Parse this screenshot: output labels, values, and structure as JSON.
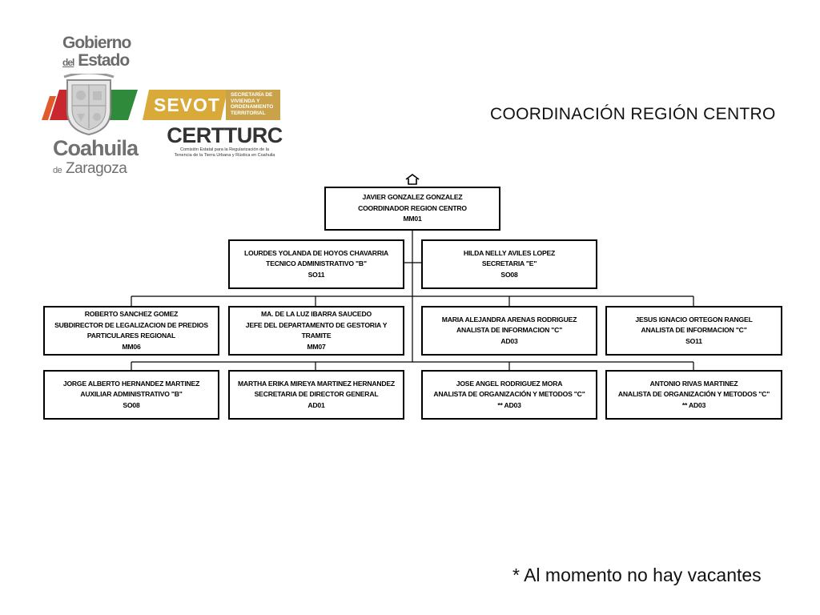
{
  "logo": {
    "gobierno_line1": "Gobierno",
    "gobierno_del": "del",
    "gobierno_estado": "Estado",
    "state_name": "Coahuila",
    "state_de": "de",
    "state_suffix": "Zaragoza",
    "sevot_name": "SEVOT",
    "sevot_desc": "SECRETARÍA DE VIVIENDA Y ORDENAMIENTO TERRITORIAL",
    "certturc_name": "CERTTURC",
    "certturc_desc_line1": "Comisión Estatal para la Regularización de la",
    "certturc_desc_line2": "Tenencia de la Tierra Urbana y Rústica en Coahuila",
    "colors": {
      "green": "#2f8a3c",
      "red": "#c8272d",
      "gold": "#d9a93a",
      "gray": "#6b6b6b"
    }
  },
  "title": "COORDINACIÓN REGIÓN CENTRO",
  "footer_note": "* Al momento no hay vacantes",
  "org": {
    "icon": "home-icon",
    "coordinator": {
      "name": "JAVIER GONZALEZ GONZALEZ",
      "role": "COORDINADOR REGION CENTRO",
      "code": "MM01"
    },
    "staff": [
      {
        "name": "LOURDES YOLANDA DE HOYOS CHAVARRIA",
        "role": "TECNICO ADMINISTRATIVO \"B\"",
        "code": "SO11"
      },
      {
        "name": "HILDA NELLY AVILES LOPEZ",
        "role": "SECRETARIA \"E\"",
        "code": "SO08"
      }
    ],
    "row1": [
      {
        "name": "ROBERTO SANCHEZ GOMEZ",
        "role": "SUBDIRECTOR DE LEGALIZACION DE PREDIOS PARTICULARES REGIONAL",
        "code": "MM06"
      },
      {
        "name": "MA. DE LA LUZ IBARRA SAUCEDO",
        "role": "JEFE DEL DEPARTAMENTO DE GESTORIA Y TRAMITE",
        "code": "MM07"
      },
      {
        "name": "MARIA ALEJANDRA ARENAS RODRIGUEZ",
        "role": "ANALISTA DE INFORMACION \"C\"",
        "code": "AD03"
      },
      {
        "name": "JESUS IGNACIO ORTEGON RANGEL",
        "role": "ANALISTA DE INFORMACION \"C\"",
        "code": "SO11"
      }
    ],
    "row2": [
      {
        "name": "JORGE ALBERTO HERNANDEZ MARTINEZ",
        "role": "AUXILIAR ADMINISTRATIVO \"B\"",
        "code": "SO08"
      },
      {
        "name": "MARTHA ERIKA MIREYA MARTINEZ HERNANDEZ",
        "role": "SECRETARIA  DE DIRECTOR GENERAL",
        "code": "AD01"
      },
      {
        "name": "JOSE ANGEL RODRIGUEZ MORA",
        "role": "ANALISTA DE ORGANIZACIÓN Y METODOS \"C\"",
        "code": "** AD03"
      },
      {
        "name": "ANTONIO RIVAS MARTINEZ",
        "role": "ANALISTA DE ORGANIZACIÓN Y METODOS \"C\"",
        "code": "** AD03"
      }
    ]
  }
}
